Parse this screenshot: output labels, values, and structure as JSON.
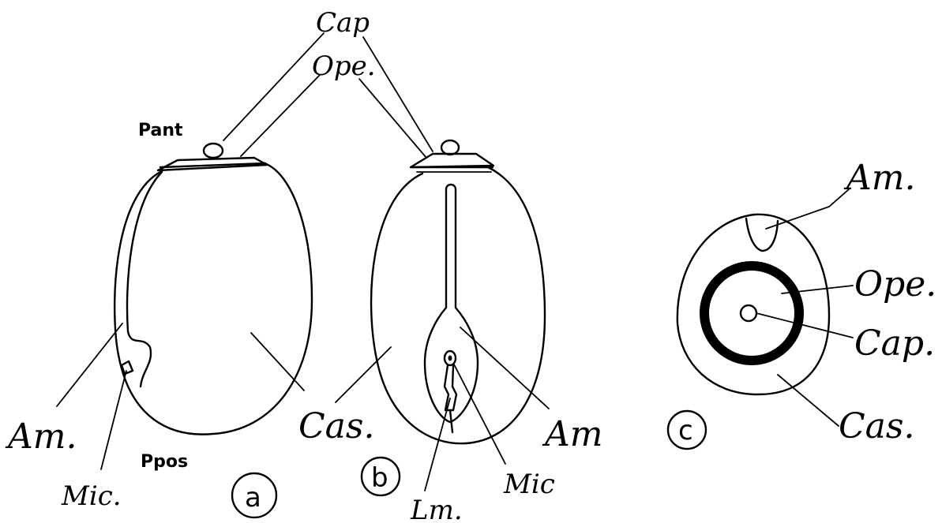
{
  "labels": {
    "cap_top": "Cap",
    "ope_top": "Ope.",
    "p_ant": "Pant",
    "p_pos": "Ppos",
    "a_am": "Am.",
    "a_mic": "Mic.",
    "a_cas": "Cas.",
    "a_letter": "a",
    "b_am": "Am",
    "b_mic": "Mic",
    "b_lm": "Lm.",
    "b_letter": "b",
    "c_am": "Am.",
    "c_ope": "Ope.",
    "c_cap": "Cap.",
    "c_cas": "Cas.",
    "c_letter": "c"
  }
}
